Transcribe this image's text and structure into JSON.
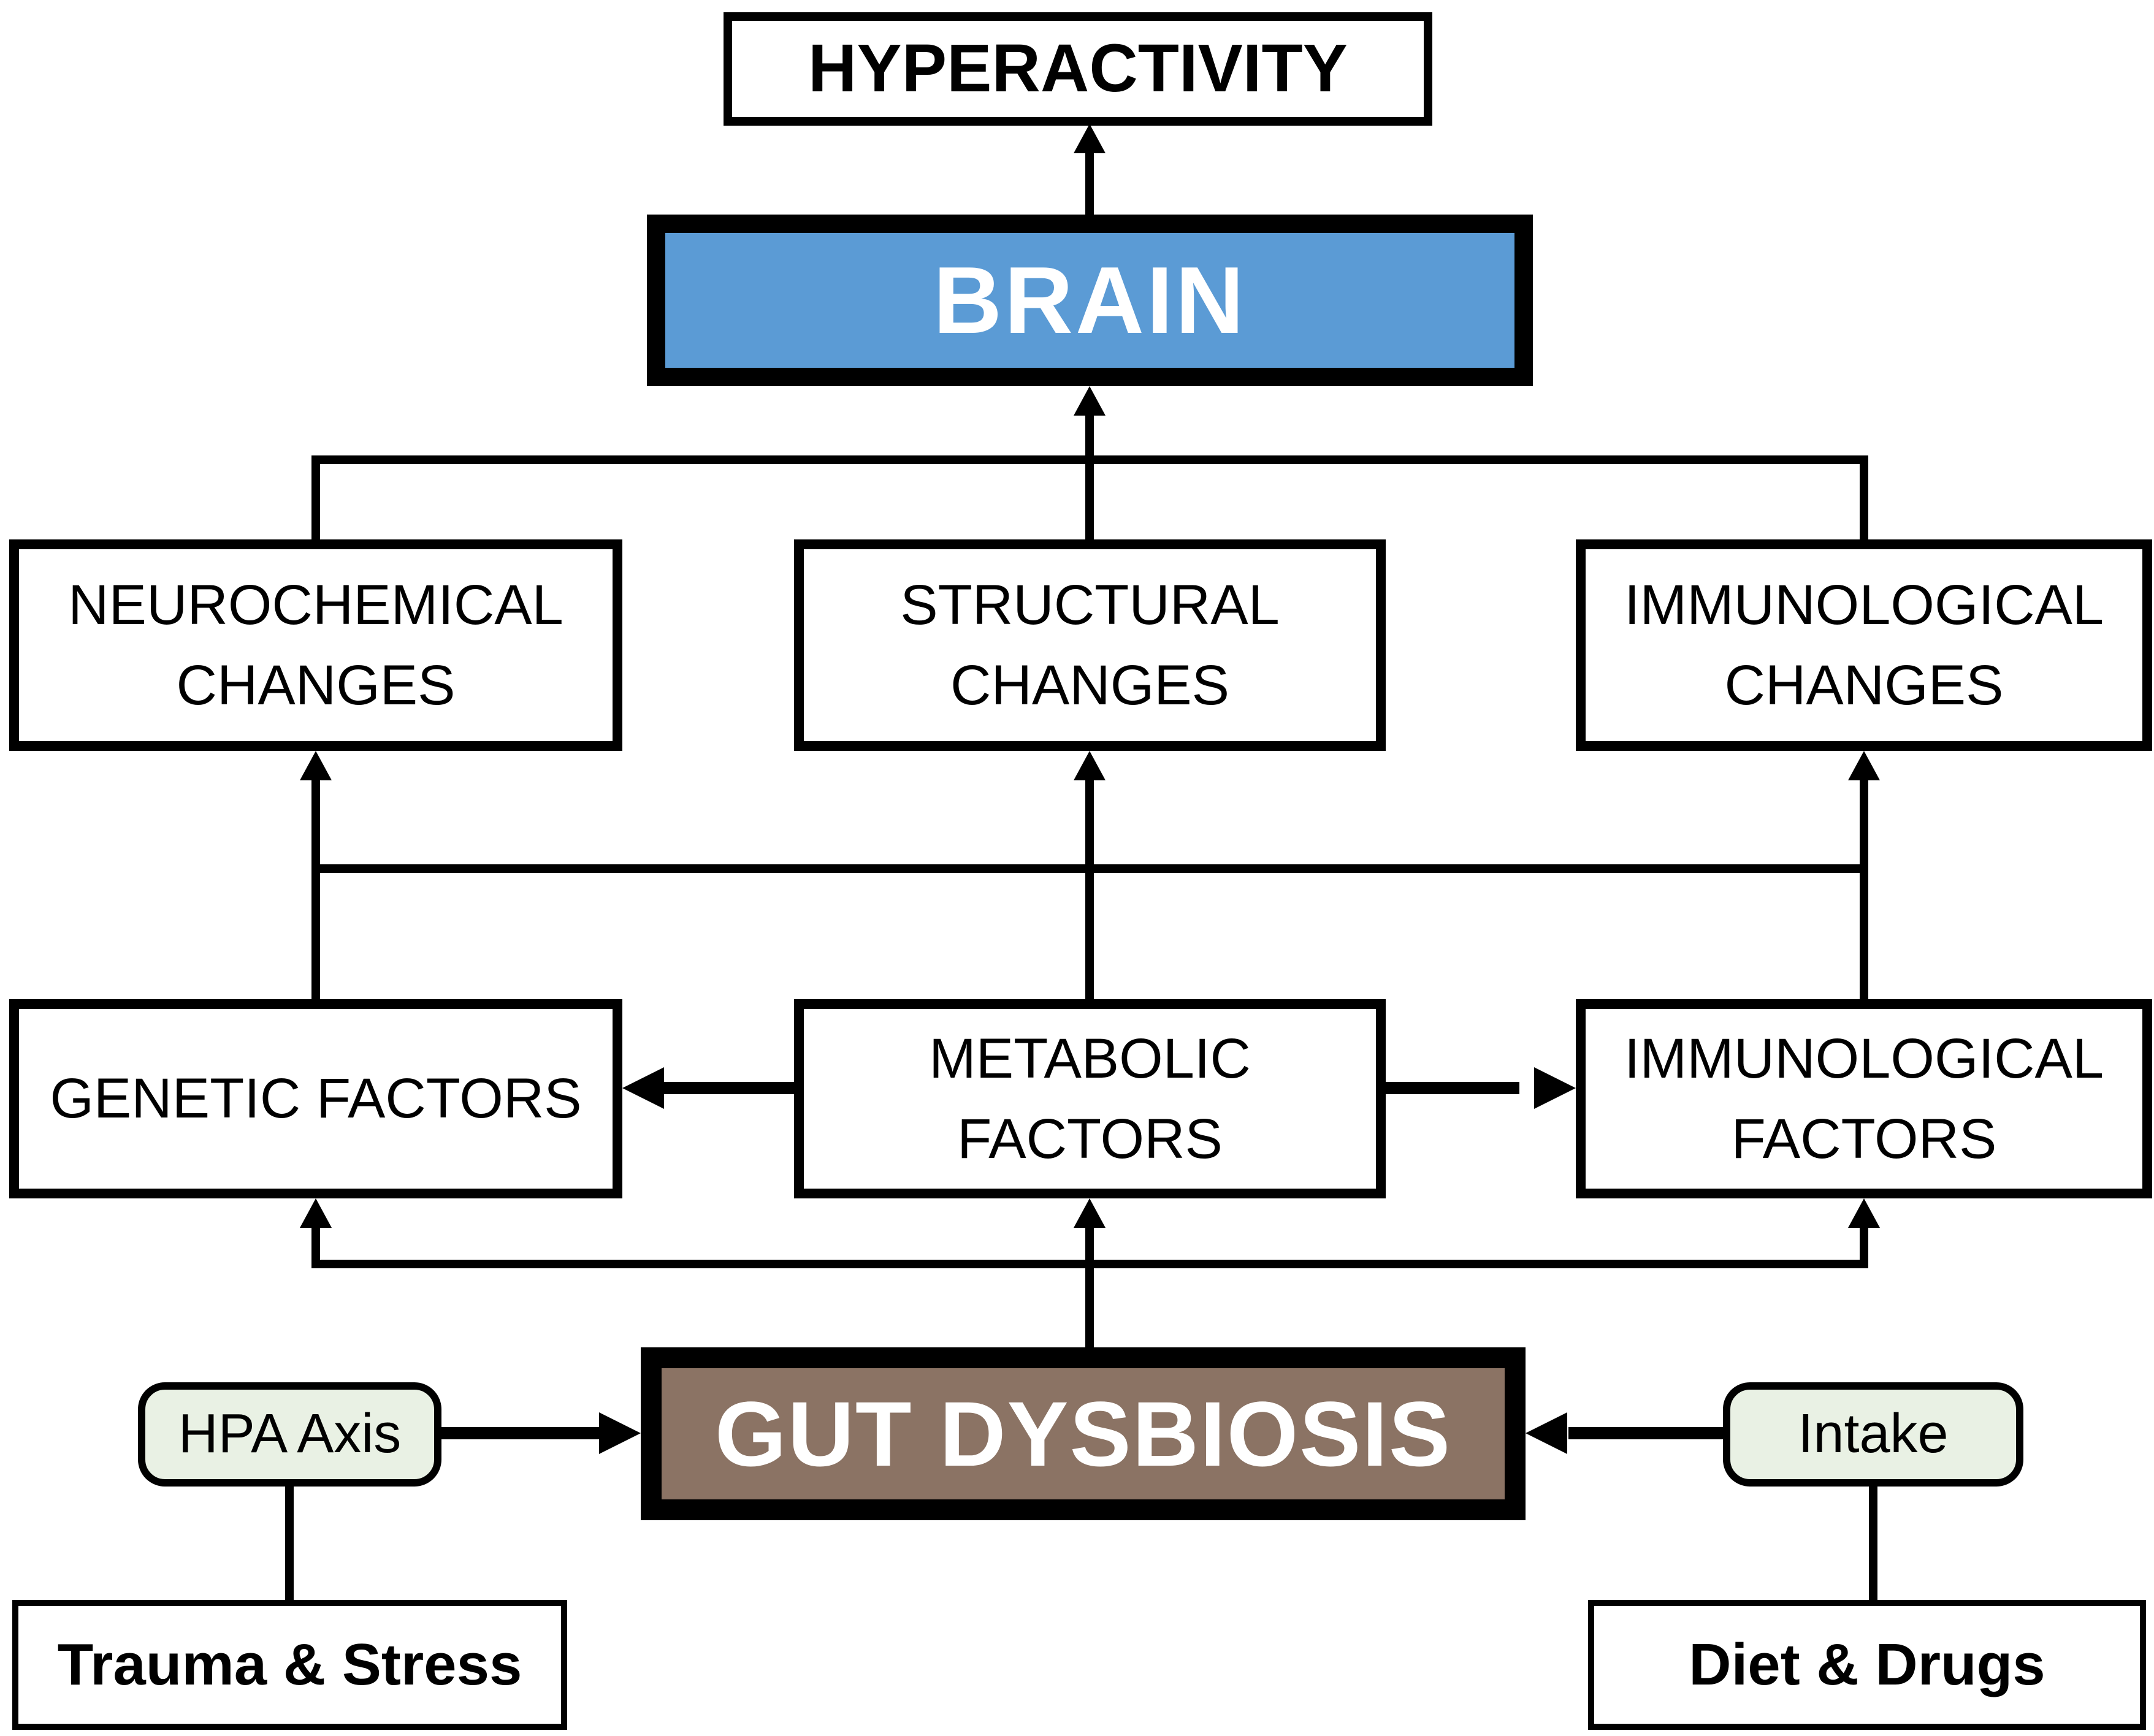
{
  "diagram": {
    "nodes": {
      "hyperactivity": {
        "label": "HYPERACTIVITY"
      },
      "brain": {
        "label": "BRAIN",
        "fill": "#5b9bd5",
        "text_color": "#ffffff"
      },
      "neurochemical_changes": {
        "label": "NEUROCHEMICAL CHANGES"
      },
      "structural_changes": {
        "label": "STRUCTURAL CHANGES"
      },
      "immunological_changes": {
        "label": "IMMUNOLOGICAL CHANGES"
      },
      "genetic_factors": {
        "label": "GENETIC FACTORS"
      },
      "metabolic_factors": {
        "label": "METABOLIC FACTORS"
      },
      "immunological_factors": {
        "label": "IMMUNOLOGICAL FACTORS"
      },
      "gut_dysbiosis": {
        "label": "GUT DYSBIOSIS",
        "fill": "#8b7364",
        "text_color": "#ffffff"
      },
      "hpa_axis": {
        "label": "HPA Axis",
        "fill": "#e9f1e4"
      },
      "intake": {
        "label": "Intake",
        "fill": "#e9f1e4"
      },
      "trauma_stress": {
        "label": "Trauma & Stress"
      },
      "diet_drugs": {
        "label": "Diet & Drugs"
      }
    },
    "colors": {
      "line": "#000000",
      "background": "#ffffff"
    },
    "edges": [
      {
        "from": "brain",
        "to": "hyperactivity",
        "style": "arrow"
      },
      {
        "from": "neurochemical_changes",
        "to": "brain",
        "style": "arrow"
      },
      {
        "from": "structural_changes",
        "to": "brain",
        "style": "arrow"
      },
      {
        "from": "immunological_changes",
        "to": "brain",
        "style": "arrow"
      },
      {
        "from": "genetic_factors",
        "to": "neurochemical_changes",
        "style": "arrow"
      },
      {
        "from": "metabolic_factors",
        "to": "structural_changes",
        "style": "arrow"
      },
      {
        "from": "immunological_factors",
        "to": "immunological_changes",
        "style": "arrow"
      },
      {
        "from": "metabolic_factors",
        "to": "genetic_factors",
        "style": "arrow"
      },
      {
        "from": "metabolic_factors",
        "to": "immunological_factors",
        "style": "arrow"
      },
      {
        "from": "gut_dysbiosis",
        "to": "genetic_factors",
        "style": "arrow"
      },
      {
        "from": "gut_dysbiosis",
        "to": "metabolic_factors",
        "style": "arrow"
      },
      {
        "from": "gut_dysbiosis",
        "to": "immunological_factors",
        "style": "arrow"
      },
      {
        "from": "hpa_axis",
        "to": "gut_dysbiosis",
        "style": "arrow"
      },
      {
        "from": "intake",
        "to": "gut_dysbiosis",
        "style": "arrow"
      },
      {
        "from": "trauma_stress",
        "to": "hpa_axis",
        "style": "plain"
      },
      {
        "from": "diet_drugs",
        "to": "intake",
        "style": "plain"
      }
    ]
  }
}
